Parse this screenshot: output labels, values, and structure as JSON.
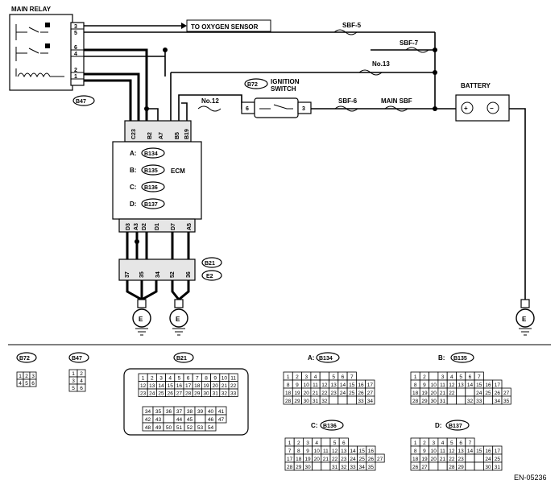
{
  "relay": {
    "title": "MAIN RELAY",
    "pins": [
      "3",
      "5",
      "6",
      "4",
      "2",
      "1"
    ],
    "connector": "B47"
  },
  "oxygen_sensor": "TO OXYGEN SENSOR",
  "fuses": {
    "sbf5": "SBF-5",
    "sbf7": "SBF-7",
    "no13": "No.13",
    "no12": "No.12",
    "sbf6": "SBF-6",
    "main_sbf": "MAIN SBF"
  },
  "battery": {
    "label": "BATTERY",
    "plus": "+",
    "minus": "−"
  },
  "ignition": {
    "connector": "B72",
    "label1": "IGNITION",
    "label2": "SWITCH",
    "pin_left": "6",
    "pin_right": "3"
  },
  "ecm": {
    "label": "ECM",
    "top_pins": [
      "C23",
      "B2",
      "A7",
      "B5",
      "B19"
    ],
    "connectors": [
      {
        "prefix": "A:",
        "name": "B134"
      },
      {
        "prefix": "B:",
        "name": "B135"
      },
      {
        "prefix": "C:",
        "name": "B136"
      },
      {
        "prefix": "D:",
        "name": "B137"
      }
    ],
    "bottom_pins": [
      "D3",
      "A3",
      "D2",
      "D1",
      "D7",
      "A5"
    ]
  },
  "joint": {
    "pins": [
      "37",
      "35",
      "34",
      "52",
      "36"
    ],
    "connectors": [
      "B21",
      "E2"
    ]
  },
  "ground": {
    "label": "E"
  },
  "legend": {
    "b72": {
      "name": "B72",
      "rows": [
        [
          "1",
          "2",
          "3"
        ],
        [
          "4",
          "5",
          "6"
        ]
      ]
    },
    "b47": {
      "name": "B47",
      "rows": [
        [
          "1",
          "2"
        ],
        [
          "3",
          "4"
        ],
        [
          "5",
          "6"
        ]
      ]
    },
    "b21": {
      "name": "B21",
      "top": [
        [
          "1",
          "2",
          "3",
          "4",
          "5",
          "6",
          "7",
          "8",
          "9",
          "10",
          "11"
        ],
        [
          "12",
          "13",
          "14",
          "15",
          "16",
          "17",
          "18",
          "19",
          "20",
          "21",
          "22"
        ],
        [
          "23",
          "24",
          "25",
          "26",
          "27",
          "28",
          "29",
          "30",
          "31",
          "32",
          "33"
        ]
      ],
      "bottom": [
        [
          "34",
          "35",
          "36",
          "37",
          "38",
          "39",
          "40",
          "41"
        ],
        [
          "42",
          "43",
          "",
          "44",
          "45",
          "",
          "46",
          "47"
        ],
        [
          "48",
          "49",
          "50",
          "51",
          "52",
          "53",
          "54"
        ]
      ]
    },
    "b134": {
      "prefix": "A:",
      "name": "B134",
      "rows": [
        [
          "1",
          "2",
          "3",
          "4",
          "",
          "5",
          "6",
          "7"
        ],
        [
          "8",
          "9",
          "10",
          "11",
          "12",
          "13",
          "14",
          "15",
          "16",
          "17"
        ],
        [
          "18",
          "19",
          "20",
          "21",
          "22",
          "23",
          "24",
          "25",
          "26",
          "27"
        ],
        [
          "28",
          "29",
          "30",
          "31",
          "32",
          "",
          "",
          "",
          "33",
          "34"
        ]
      ]
    },
    "b135": {
      "prefix": "B:",
      "name": "B135",
      "rows": [
        [
          "1",
          "2",
          "",
          "3",
          "4",
          "5",
          "6",
          "7"
        ],
        [
          "8",
          "9",
          "10",
          "11",
          "12",
          "13",
          "14",
          "15",
          "16",
          "17"
        ],
        [
          "18",
          "19",
          "20",
          "21",
          "22",
          "",
          "",
          "24",
          "25",
          "26",
          "27"
        ],
        [
          "28",
          "29",
          "30",
          "31",
          "",
          "",
          "32",
          "33",
          "",
          "34",
          "35"
        ]
      ]
    },
    "b136": {
      "prefix": "C:",
      "name": "B136",
      "rows": [
        [
          "1",
          "2",
          "3",
          "4",
          "",
          "5",
          "6"
        ],
        [
          "7",
          "8",
          "9",
          "10",
          "11",
          "12",
          "13",
          "14",
          "15",
          "16"
        ],
        [
          "17",
          "18",
          "19",
          "20",
          "21",
          "22",
          "23",
          "24",
          "25",
          "26",
          "27"
        ],
        [
          "28",
          "29",
          "30",
          "",
          "",
          "31",
          "32",
          "33",
          "34",
          "35"
        ]
      ]
    },
    "b137": {
      "prefix": "D:",
      "name": "B137",
      "rows": [
        [
          "1",
          "2",
          "3",
          "4",
          "5",
          "6",
          "7"
        ],
        [
          "8",
          "9",
          "10",
          "11",
          "12",
          "13",
          "14",
          "15",
          "16",
          "17"
        ],
        [
          "18",
          "19",
          "20",
          "21",
          "22",
          "23",
          "",
          "",
          "24",
          "25"
        ],
        [
          "26",
          "27",
          "",
          "",
          "28",
          "29",
          "",
          "",
          "30",
          "31"
        ]
      ]
    }
  },
  "figure_id": "EN-05236"
}
